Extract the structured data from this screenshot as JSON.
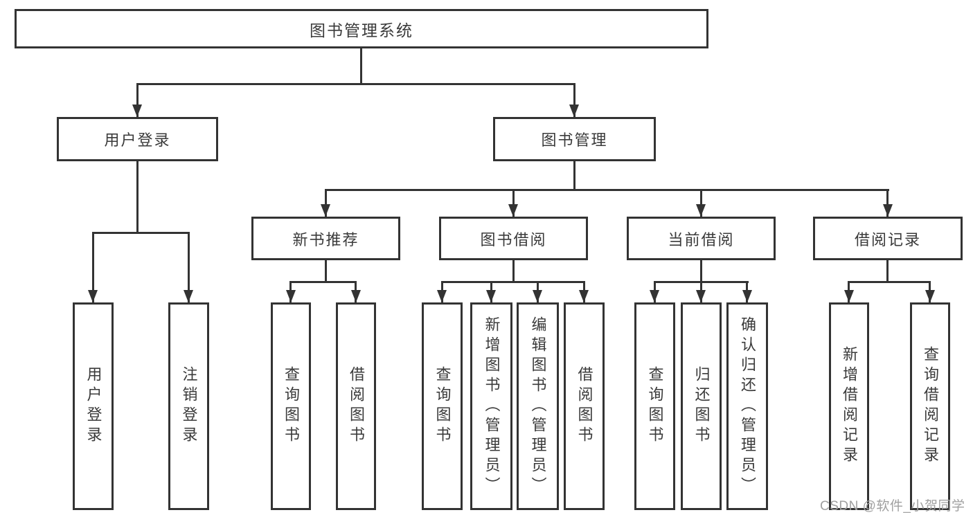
{
  "colors": {
    "line": "#333333",
    "text": "#3a3a3a",
    "background": "#ffffff",
    "watermark": "#a0a0a0"
  },
  "watermark": {
    "text": "CSDN @软件_小贺同学"
  },
  "tree": {
    "root": {
      "label": "图书管理系统"
    },
    "branches": [
      {
        "label": "用户登录",
        "children": [
          {
            "label": "用户登录"
          },
          {
            "label": "注销登录"
          }
        ]
      },
      {
        "label": "图书管理",
        "groups": [
          {
            "label": "新书推荐",
            "children": [
              {
                "label": "查询图书"
              },
              {
                "label": "借阅图书"
              }
            ]
          },
          {
            "label": "图书借阅",
            "children": [
              {
                "label": "查询图书"
              },
              {
                "label": "新增图书（管理员）"
              },
              {
                "label": "编辑图书（管理员）"
              },
              {
                "label": "借阅图书"
              }
            ]
          },
          {
            "label": "当前借阅",
            "children": [
              {
                "label": "查询图书"
              },
              {
                "label": "归还图书"
              },
              {
                "label": "确认归还（管理员）"
              }
            ]
          },
          {
            "label": "借阅记录",
            "children": [
              {
                "label": "新增借阅记录"
              },
              {
                "label": "查询借阅记录"
              }
            ]
          }
        ]
      }
    ]
  }
}
